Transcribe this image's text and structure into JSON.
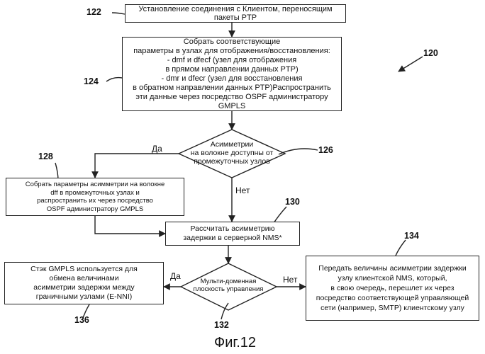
{
  "nodes": {
    "n122": {
      "ref": "122",
      "lines": [
        "Установление соединения с Клиентом, переносящим пакеты PTP"
      ]
    },
    "n124": {
      "ref": "124",
      "lines": [
        "Собрать соответствующие",
        "параметры в узлах для отображения/восстановления:",
        "- dmf и dfecf (узел для отображения",
        "в прямом направлении данных PTP)",
        "- dmr и dfecr (узел для восстановления",
        "в обратном направлении данных PTP)Распространить",
        "эти данные через посредство OSPF администратору GMPLS"
      ]
    },
    "n126": {
      "ref": "126",
      "lines": [
        "Асимметрии",
        "на волокне доступны от",
        "промежуточных узлов"
      ]
    },
    "n128": {
      "ref": "128",
      "lines": [
        "Собрать параметры асимметрии на волокне",
        "dff в промежуточных узлах и",
        "распространить их через посредство",
        "OSPF администратору GMPLS"
      ]
    },
    "n130": {
      "ref": "130",
      "lines": [
        "Рассчитать асимметрию",
        "задержки в серверной NMS*"
      ]
    },
    "n132": {
      "ref": "132",
      "lines": [
        "Мульти-доменная",
        "плоскость управления"
      ]
    },
    "n134": {
      "ref": "134",
      "lines": [
        "Передать величины асимметрии задержки",
        "узлу клиентской NMS, который,",
        "в свою очередь, перешлет их через",
        "посредство соответствующей управляющей",
        "сети (например, SMTP) клиентскому узлу"
      ]
    },
    "n136": {
      "ref": "136",
      "lines": [
        "Стэк GMPLS используется для",
        "обмена величинами",
        "асимметрии задержки между",
        "граничными узлами (E-NNI)"
      ]
    }
  },
  "edge_labels": {
    "yes_126": "Да",
    "no_126": "Нет",
    "yes_132": "Да",
    "no_132": "Нет"
  },
  "figure_ref": "120",
  "caption": "Фиг.12"
}
